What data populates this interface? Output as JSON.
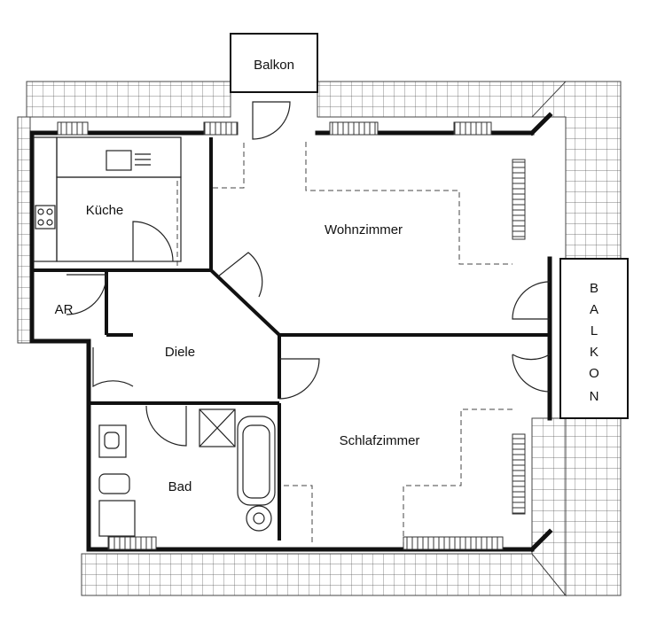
{
  "rooms": {
    "balkon_top": "Balkon",
    "kueche": "Küche",
    "wohnzimmer": "Wohnzimmer",
    "ar": "AR",
    "diele": "Diele",
    "bad": "Bad",
    "schlafzimmer": "Schlafzimmer"
  },
  "balkon_right_letters": [
    "B",
    "A",
    "L",
    "K",
    "O",
    "N"
  ],
  "colors": {
    "wall": "#111111",
    "line": "#333333",
    "background": "#ffffff"
  }
}
